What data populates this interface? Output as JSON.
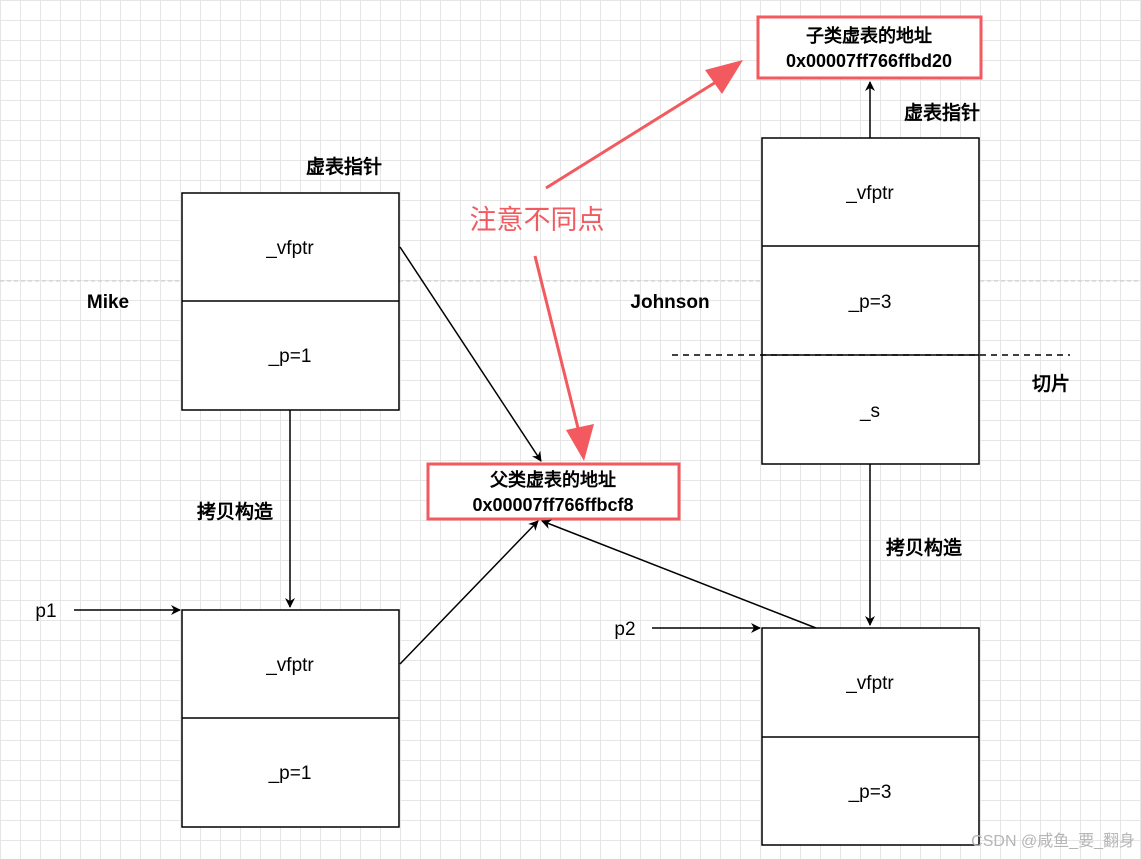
{
  "labels": {
    "mike": "Mike",
    "johnson": "Johnson",
    "vtable_pointer_left": "虚表指针",
    "vtable_pointer_right": "虚表指针",
    "copy_construct_left": "拷贝构造",
    "copy_construct_right": "拷贝构造",
    "slice": "切片",
    "note": "注意不同点",
    "p1": "p1",
    "p2": "p2",
    "watermark": "CSDN @咸鱼_要_翻身"
  },
  "mike_obj": {
    "cells": [
      "_vfptr",
      "_p=1"
    ]
  },
  "mike_copy": {
    "cells": [
      "_vfptr",
      "_p=1"
    ]
  },
  "johnson_obj": {
    "cells": [
      "_vfptr",
      "_p=3",
      "_s"
    ]
  },
  "johnson_copy": {
    "cells": [
      "_vfptr",
      "_p=3"
    ]
  },
  "parent_vtable": {
    "title": "父类虚表的地址",
    "address": "0x00007ff766ffbcf8"
  },
  "child_vtable": {
    "title": "子类虚表的地址",
    "address": "0x00007ff766ffbd20"
  },
  "colors": {
    "highlight": "#f25a5f",
    "line": "#000000",
    "grid": "#e6e6e6"
  }
}
